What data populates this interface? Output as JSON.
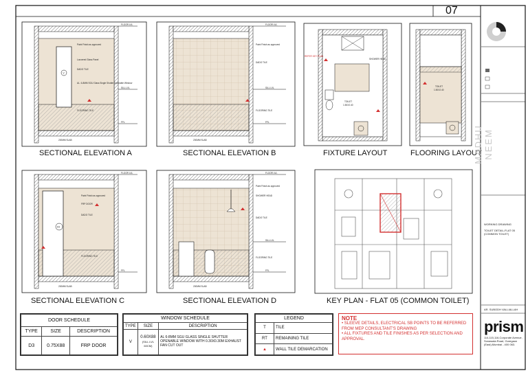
{
  "sheet": {
    "number": "07",
    "watermark": "MADHU NEEM"
  },
  "panels": [
    {
      "title": "SECTIONAL ELEVATION A"
    },
    {
      "title": "SECTIONAL ELEVATION B"
    },
    {
      "title": "FIXTURE LAYOUT"
    },
    {
      "title": "FLOORING LAYOUT"
    },
    {
      "title": "SECTIONAL ELEVATION C"
    },
    {
      "title": "SECTIONAL ELEVATION D"
    },
    {
      "title": "KEY PLAN - FLAT 05 (COMMON TOILET)"
    }
  ],
  "levels": {
    "floor": "FLOOR LVL",
    "sill": "SILL LVL",
    "ffl": "FFL",
    "beam": "200MM SLAB"
  },
  "annotations": {
    "paint": "Paint Finish as approved",
    "dado": "DADO TILE",
    "flooring": "FLOORING TILE",
    "louvered": "Louvered Glass Panel",
    "window": "AL. 6-8MM SGU Glass Single Shutter Openable Window",
    "door": "FRP DOOR",
    "shower": "SHOWER HEAD",
    "toilet_label": "TOILET",
    "toilet_size": "1.50X2.40",
    "extern": "REFER KEY PLAN"
  },
  "door_schedule": {
    "title": "DOOR SCHEDULE",
    "headers": [
      "TYPE",
      "SIZE",
      "DESCRIPTION"
    ],
    "row": [
      "D3",
      "0.75X88",
      "FRP DOOR"
    ]
  },
  "window_schedule": {
    "title": "WINDOW SCHEDULE",
    "headers": [
      "TYPE",
      "SIZE",
      "DESCRIPTION"
    ],
    "row_type": "V",
    "row_size": "0.60X88",
    "row_size_note": "(SILL LVL 60CM)",
    "row_desc": "AL 6-8MM SGU GLASS SINGLE SHUTTER OPENABLE WINDOW WITH 0.30X0.30M EXHAUST FAN CUT OUT"
  },
  "legend": {
    "title": "LEGEND",
    "items": [
      {
        "sym": "T",
        "label": "TILE"
      },
      {
        "sym": "RT",
        "label": "REMAINING TILE"
      },
      {
        "sym": "▲",
        "label": "WALL TILE DEMARCATION"
      }
    ]
  },
  "note": {
    "title": "NOTE",
    "lines": [
      "• SLEEVE DETAILS, ELECTRICAL SB POINTS TO BE REFERRED FROM MEP CONSULTANT'S DRAWING",
      "• ALL FIXTURES AND TILE FINISHES AS PER SELECTION AND APPROVAL."
    ]
  },
  "titleblock": {
    "drawing": "WORKING DRAWING",
    "name": "TOILET DETAIL-FLAT 05 (COMMON TOILET)",
    "architect": "AR. SUBODH VALLIALLAH",
    "brand": "prism",
    "address": "114,115,116,Corporate Avenue, Sonawala Road, Goregaon (East),Mumbai - 400 063."
  },
  "colors": {
    "tile": "#ede3d4",
    "accent": "#d32f2f",
    "line": "#111111"
  }
}
